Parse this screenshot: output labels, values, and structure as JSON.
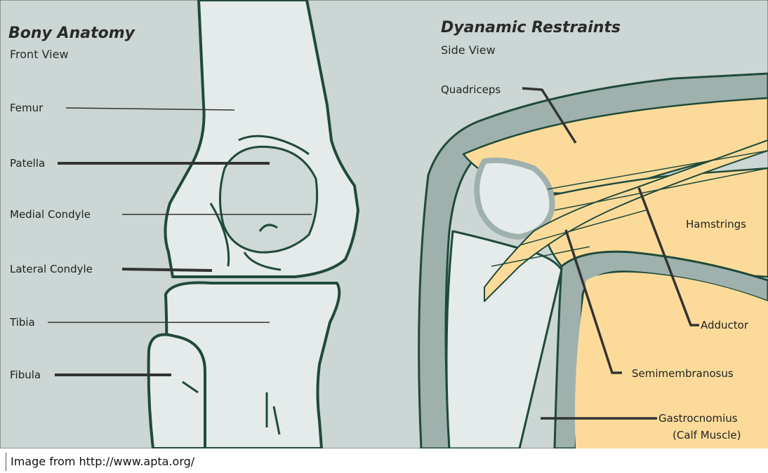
{
  "left_panel": {
    "title": "Bony Anatomy",
    "subtitle": "Front View",
    "labels": {
      "femur": "Femur",
      "patella": "Patella",
      "medial_condyle": "Medial Condyle",
      "lateral_condyle": "Lateral Condyle",
      "tibia": "Tibia",
      "fibula": "Fibula"
    }
  },
  "right_panel": {
    "title": "Dyanamic Restraints",
    "subtitle": "Side View",
    "labels": {
      "quadriceps": "Quadriceps",
      "hamstrings": "Hamstrings",
      "adductor": "Adductor",
      "semimembranosus": "Semimembranosus",
      "gastrocnemius": "Gastrocnomius",
      "calf_muscle": "(Calf Muscle)"
    }
  },
  "caption": "Image from http://www.apta.org/",
  "colors": {
    "background": "#ccd6d4",
    "bone": "#e4ebea",
    "outline": "#1f4a3a",
    "muscle": "#fcdb9a",
    "tendon_band": "#9fb1ad"
  }
}
